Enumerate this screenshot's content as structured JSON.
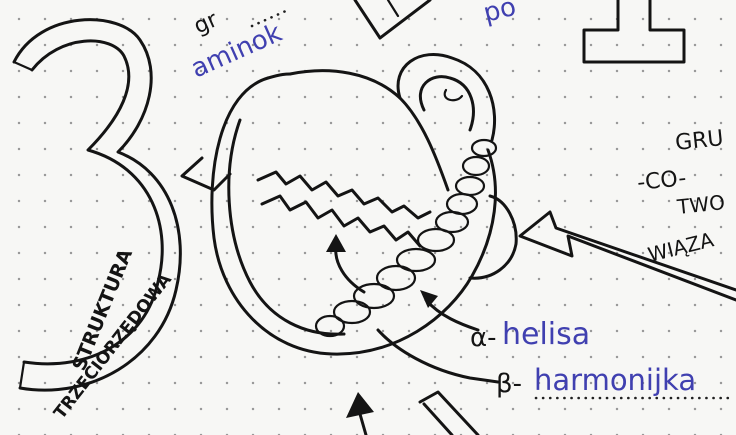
{
  "labels": {
    "top_fragment_1": "gr",
    "top_fragment_2": "aminok",
    "top_fragment_3": "po",
    "left_vertical_1": "STRUKTURA",
    "left_vertical_2": "TRZECIORZĘDOWA",
    "right_fragment_1": "GRU",
    "right_fragment_2": "-CO- ",
    "right_fragment_3": "TWO",
    "right_fragment_4": "WIĄZA",
    "alpha_prefix": "α-",
    "alpha_label": "helisa",
    "beta_prefix": "β-",
    "beta_label": "harmonijka"
  },
  "colors": {
    "ink": "#141414",
    "blue_ink": "#4040b0",
    "paper": "#f7f7f5"
  },
  "icons": [
    "digit-three-outline",
    "arrow-head-icon",
    "helix-coil-icon",
    "zigzag-sheet-icon"
  ]
}
